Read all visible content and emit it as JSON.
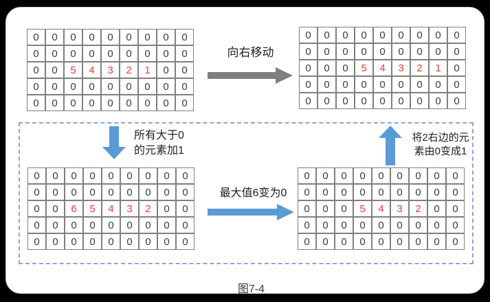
{
  "figure": {
    "caption": "图7-4",
    "colors": {
      "page_background": "#000000",
      "card_background": "#ffffff",
      "grid_border": "#7f7f7f",
      "highlight_red": "#ed3b33",
      "arrow_blue": "#5b9bd5",
      "arrow_gray": "#7f7f7f",
      "dashed_border_blue": "#8aa5d8",
      "text": "#1f1f1f"
    }
  },
  "labels": {
    "move_right": "向右移动",
    "add_one": "所有大于0\n的元素加1",
    "max_to_zero": "最大值6变为0",
    "change_right_of_two": "将2右边的元\n素由0变成1"
  },
  "grids": {
    "top_left": {
      "rows": [
        [
          "0",
          "0",
          "0",
          "0",
          "0",
          "0",
          "0",
          "0",
          "0"
        ],
        [
          "0",
          "0",
          "0",
          "0",
          "0",
          "0",
          "0",
          "0",
          "0"
        ],
        [
          "0",
          "0",
          "5",
          "4",
          "3",
          "2",
          "1",
          "0",
          "0"
        ],
        [
          "0",
          "0",
          "0",
          "0",
          "0",
          "0",
          "0",
          "0",
          "0"
        ],
        [
          "0",
          "0",
          "0",
          "0",
          "0",
          "0",
          "0",
          "0",
          "0"
        ]
      ]
    },
    "top_right": {
      "rows": [
        [
          "0",
          "0",
          "0",
          "0",
          "0",
          "0",
          "0",
          "0",
          "0"
        ],
        [
          "0",
          "0",
          "0",
          "0",
          "0",
          "0",
          "0",
          "0",
          "0"
        ],
        [
          "0",
          "0",
          "0",
          "5",
          "4",
          "3",
          "2",
          "1",
          "0"
        ],
        [
          "0",
          "0",
          "0",
          "0",
          "0",
          "0",
          "0",
          "0",
          "0"
        ],
        [
          "0",
          "0",
          "0",
          "0",
          "0",
          "0",
          "0",
          "0",
          "0"
        ]
      ]
    },
    "bottom_left": {
      "rows": [
        [
          "0",
          "0",
          "0",
          "0",
          "0",
          "0",
          "0",
          "0",
          "0"
        ],
        [
          "0",
          "0",
          "0",
          "0",
          "0",
          "0",
          "0",
          "0",
          "0"
        ],
        [
          "0",
          "0",
          "6",
          "5",
          "4",
          "3",
          "2",
          "0",
          "0"
        ],
        [
          "0",
          "0",
          "0",
          "0",
          "0",
          "0",
          "0",
          "0",
          "0"
        ],
        [
          "0",
          "0",
          "0",
          "0",
          "0",
          "0",
          "0",
          "0",
          "0"
        ]
      ]
    },
    "bottom_right": {
      "rows": [
        [
          "0",
          "0",
          "0",
          "0",
          "0",
          "0",
          "0",
          "0",
          "0"
        ],
        [
          "0",
          "0",
          "0",
          "0",
          "0",
          "0",
          "0",
          "0",
          "0"
        ],
        [
          "0",
          "0",
          "0",
          "5",
          "4",
          "3",
          "2",
          "0",
          "0"
        ],
        [
          "0",
          "0",
          "0",
          "0",
          "0",
          "0",
          "0",
          "0",
          "0"
        ],
        [
          "0",
          "0",
          "0",
          "0",
          "0",
          "0",
          "0",
          "0",
          "0"
        ]
      ]
    }
  }
}
